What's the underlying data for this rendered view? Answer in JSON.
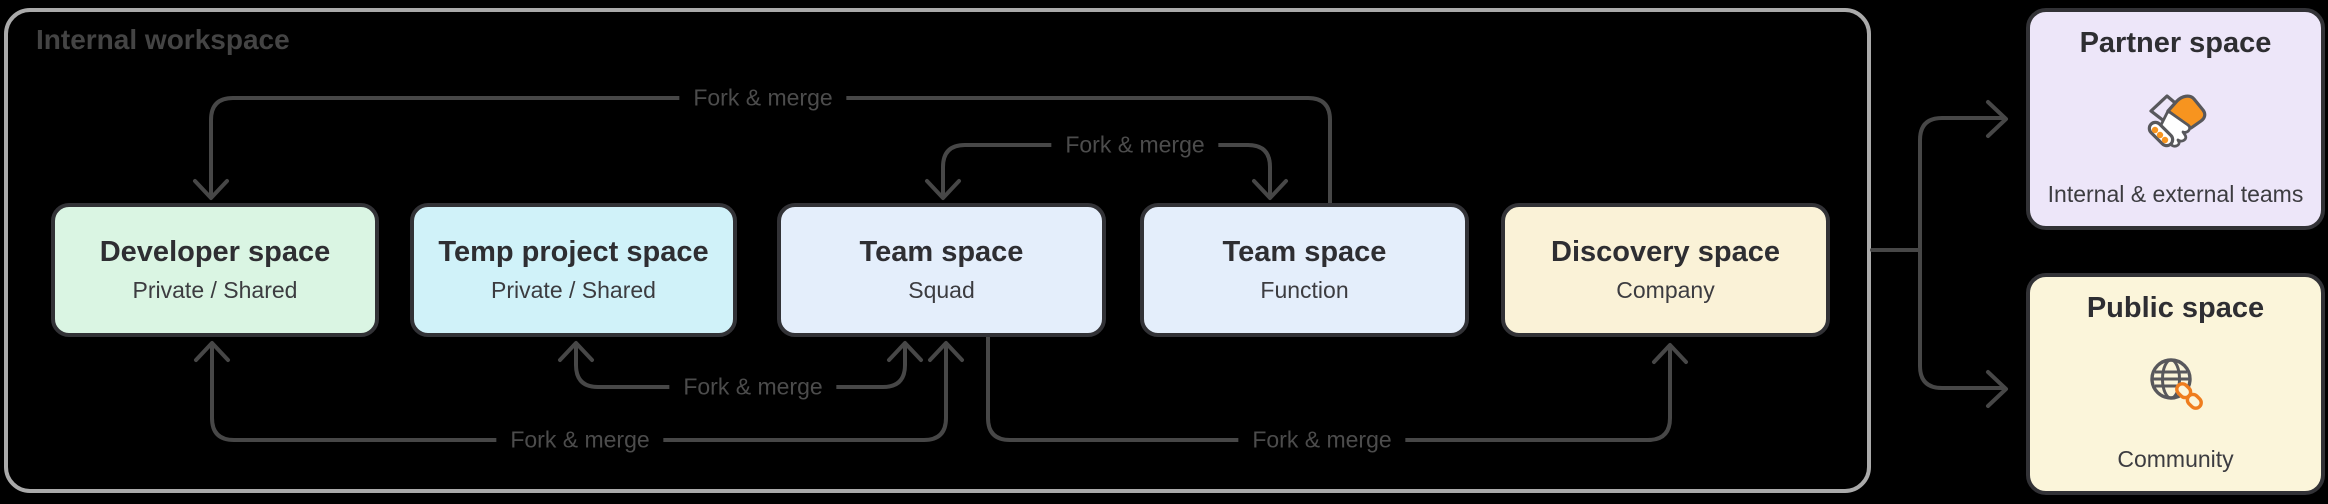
{
  "workspace": {
    "label": "Internal workspace"
  },
  "spaces": [
    {
      "id": "developer-space",
      "title": "Developer space",
      "subtitle": "Private / Shared",
      "fill": "#daf5e3"
    },
    {
      "id": "temp-project-space",
      "title": "Temp project space",
      "subtitle": "Private / Shared",
      "fill": "#d0f2f9"
    },
    {
      "id": "team-space-squad",
      "title": "Team space",
      "subtitle": "Squad",
      "fill": "#e4eefb"
    },
    {
      "id": "team-space-function",
      "title": "Team space",
      "subtitle": "Function",
      "fill": "#e4eefb"
    },
    {
      "id": "discovery-space",
      "title": "Discovery space",
      "subtitle": "Company",
      "fill": "#faf2d7"
    }
  ],
  "external_spaces": [
    {
      "id": "partner-space",
      "title": "Partner space",
      "subtitle": "Internal & external teams",
      "icon": "handshake-icon",
      "fill": "#ede6f9"
    },
    {
      "id": "public-space",
      "title": "Public space",
      "subtitle": "Community",
      "icon": "globe-link-icon",
      "fill": "#fbf5da"
    }
  ],
  "connections": [
    {
      "from": "team-space-function",
      "to": "developer-space",
      "label": "Fork & merge"
    },
    {
      "from": "team-space-squad",
      "to": "team-space-function",
      "label": "Fork & merge"
    },
    {
      "from": "temp-project-space",
      "to": "team-space-squad",
      "label": "Fork & merge"
    },
    {
      "from": "developer-space",
      "to": "team-space-squad",
      "label": "Fork & merge"
    },
    {
      "from": "team-space-squad",
      "to": "discovery-space",
      "label": "Fork & merge"
    }
  ],
  "external_links": [
    {
      "from": "internal-workspace",
      "to": "partner-space"
    },
    {
      "from": "internal-workspace",
      "to": "public-space"
    }
  ],
  "colors": {
    "background": "#000000",
    "workspace_border": "#aaaaaa",
    "box_border": "#323236",
    "arrow": "#474747",
    "title_text": "#2e2e32",
    "subtitle_text": "#3c3c40",
    "label_text": "#4c4c4c",
    "icon_orange": "#f7941f",
    "icon_stroke": "#58585c"
  }
}
